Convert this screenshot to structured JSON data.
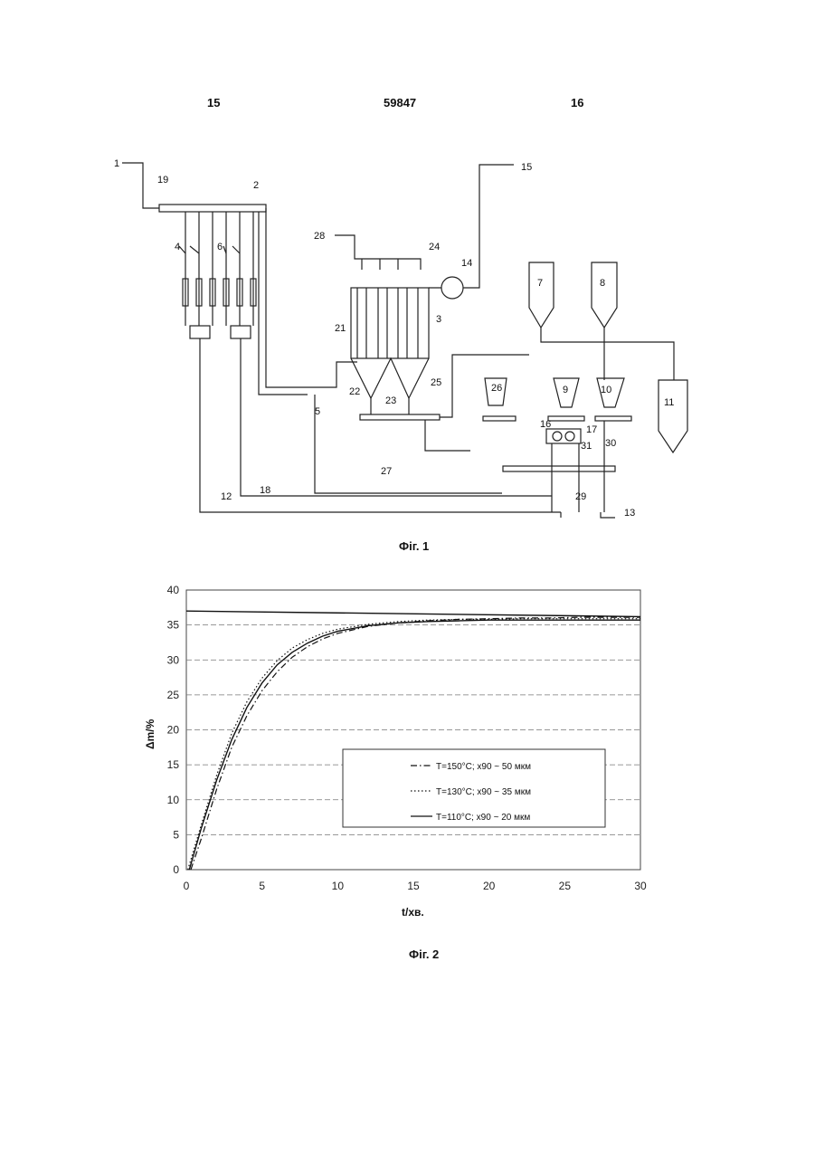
{
  "header": {
    "page_left": "15",
    "patent_number": "59847",
    "page_right": "16"
  },
  "figure1": {
    "caption": "Фіг. 1",
    "labels": [
      "1",
      "19",
      "2",
      "15",
      "28",
      "24",
      "14",
      "3",
      "21",
      "22",
      "23",
      "25",
      "5",
      "26",
      "9",
      "10",
      "11",
      "7",
      "8",
      "4",
      "6",
      "16",
      "17",
      "31",
      "30",
      "27",
      "29",
      "12",
      "18",
      "13"
    ]
  },
  "figure2": {
    "caption": "Фіг. 2",
    "chart_data": {
      "type": "line",
      "xlabel": "t/хв.",
      "ylabel": "Δm/%",
      "xlim": [
        0,
        30
      ],
      "ylim": [
        0,
        40
      ],
      "xticks": [
        "0",
        "5",
        "10",
        "15",
        "20",
        "25",
        "30"
      ],
      "yticks": [
        "0",
        "5",
        "10",
        "15",
        "20",
        "25",
        "30",
        "35",
        "40"
      ],
      "grid": true,
      "legend_position": "center-right",
      "series": [
        {
          "name": "T=150°C; x90 ~ 50 мкм",
          "style": "dashdot",
          "x": [
            0.3,
            1,
            2,
            3,
            4,
            5,
            6,
            7,
            8,
            9,
            10,
            12,
            14,
            16,
            18,
            20,
            22,
            24,
            26,
            28,
            30
          ],
          "y": [
            0,
            4.5,
            11.5,
            17.5,
            22.0,
            25.6,
            28.3,
            30.4,
            31.9,
            33.0,
            33.8,
            34.8,
            35.3,
            35.6,
            35.8,
            35.9,
            36.0,
            36.0,
            36.1,
            36.1,
            36.1
          ]
        },
        {
          "name": "T=130°C; x90 ~ 35 мкм",
          "style": "dotted",
          "x": [
            0.1,
            1,
            2,
            3,
            4,
            5,
            6,
            7,
            8,
            9,
            10,
            12,
            14,
            16,
            18,
            20,
            22,
            24,
            26,
            28,
            30
          ],
          "y": [
            0,
            6.5,
            13.5,
            19.5,
            24.0,
            27.4,
            29.9,
            31.7,
            32.9,
            33.8,
            34.4,
            35.1,
            35.5,
            35.7,
            35.8,
            35.8,
            35.9,
            35.9,
            35.9,
            35.9,
            35.9
          ]
        },
        {
          "name": "T=110°C; x90 ~ 20 мкм",
          "style": "solid",
          "x": [
            0.2,
            1,
            2,
            3,
            4,
            5,
            6,
            7,
            8,
            9,
            10,
            12,
            14,
            16,
            18,
            20,
            22,
            24,
            26,
            28,
            30
          ],
          "y": [
            0,
            6.0,
            12.8,
            18.6,
            23.2,
            26.7,
            29.3,
            31.1,
            32.4,
            33.4,
            34.1,
            34.9,
            35.3,
            35.5,
            35.6,
            35.7,
            35.7,
            35.7,
            35.7,
            35.7,
            35.7
          ]
        },
        {
          "name": "",
          "style": "solid",
          "x": [
            0,
            30
          ],
          "y": [
            37.0,
            36.2
          ]
        }
      ]
    }
  }
}
